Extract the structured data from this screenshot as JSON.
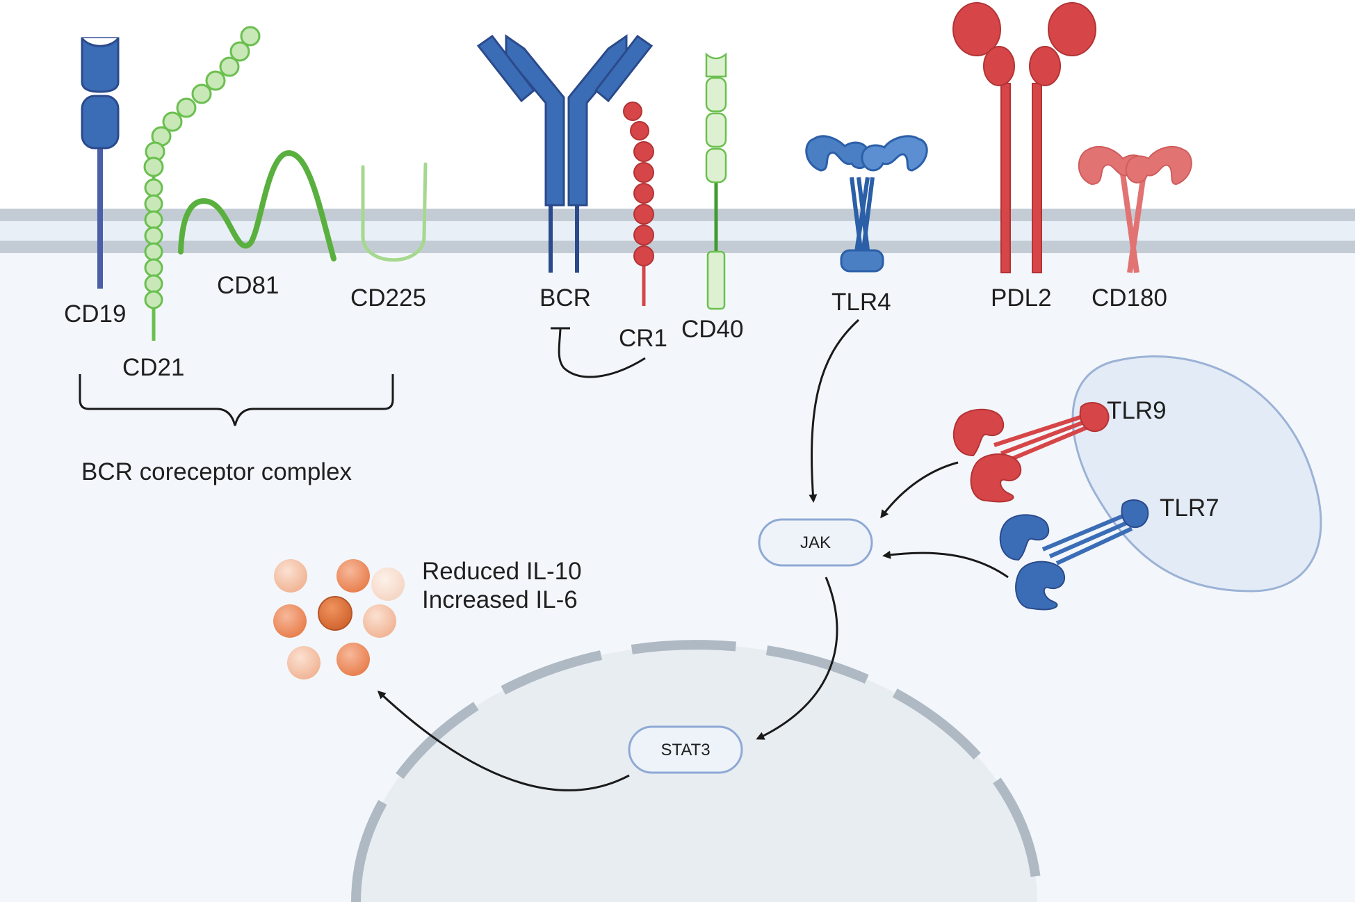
{
  "labels": {
    "cd19": "CD19",
    "cd21": "CD21",
    "cd81": "CD81",
    "cd225": "CD225",
    "bcr_complex": "BCR coreceptor complex",
    "bcr": "BCR",
    "cr1": "CR1",
    "cd40": "CD40",
    "tlr4": "TLR4",
    "pdl2": "PDL2",
    "cd180": "CD180",
    "tlr9": "TLR9",
    "tlr7": "TLR7",
    "jak": "JAK",
    "stat3": "STAT3",
    "cytokine_line1": "Reduced IL-10",
    "cytokine_line2": "Increased IL-6"
  },
  "colors": {
    "blue": "#3a6db5",
    "blue_light": "#5b8fd1",
    "blue_dark": "#2b4a8c",
    "green": "#6bbf4f",
    "green_light": "#c8e8b8",
    "green_dark": "#3f9a2f",
    "red": "#d64547",
    "red_light": "#e27373",
    "membrane": "#c3ccd4",
    "membrane_inner": "#e7eef5",
    "cytoplasm": "#f3f7fb",
    "nucleus": "#e6ebf0",
    "endosome": "#e1eaf6",
    "orange": "#e8804f"
  }
}
